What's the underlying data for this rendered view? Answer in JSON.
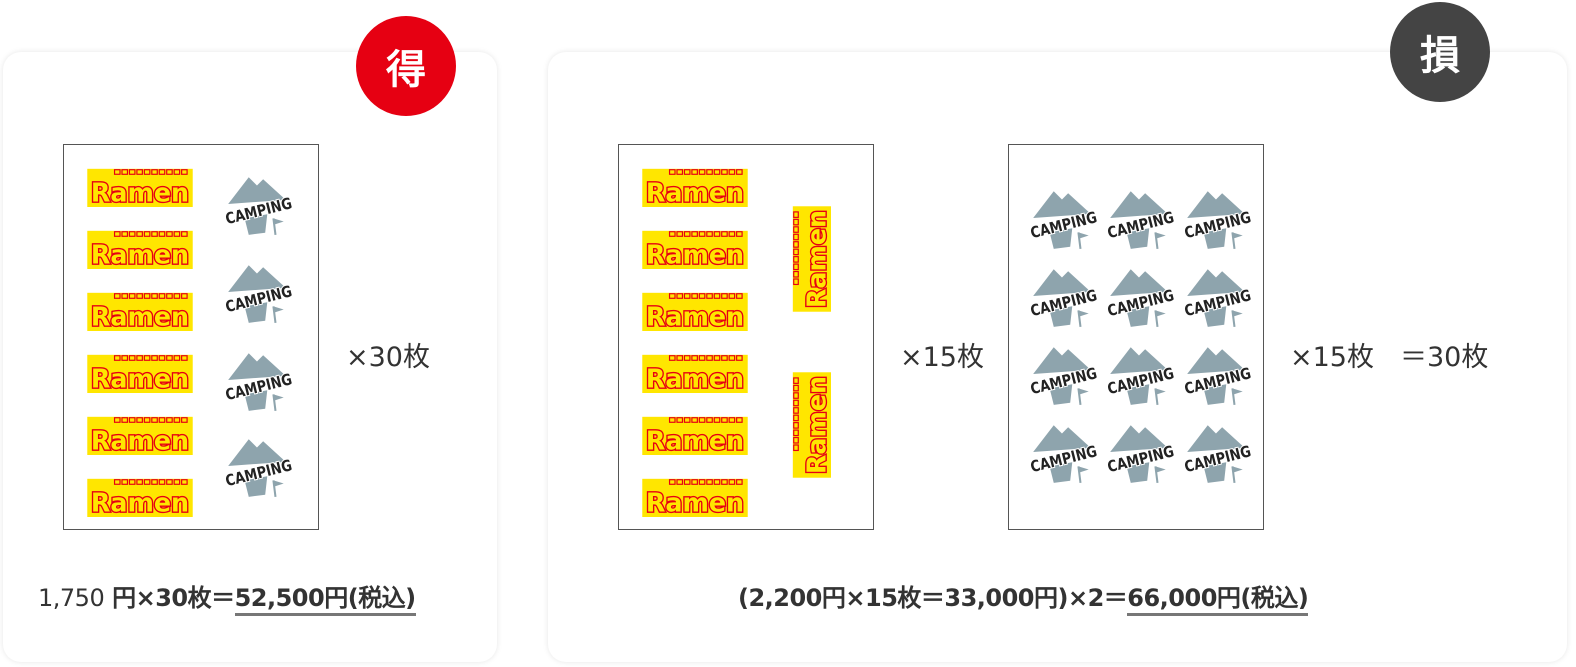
{
  "badges": {
    "good": "得",
    "bad": "損"
  },
  "sticker_labels": {
    "ramen": "Ramen",
    "camping": "CAMPING"
  },
  "multipliers": {
    "good_sheet": "×30枚",
    "bad_ramen_sheet": "×15枚",
    "bad_camping_sheet": "×15枚",
    "bad_total": "＝30枚"
  },
  "formula_good": {
    "price": "1,750",
    "yen": "円",
    "times": "×30枚＝",
    "result": "52,500円",
    "tax": "(税込)"
  },
  "formula_bad": {
    "part1": "(2,200円×15枚＝33,000円)×2＝",
    "result": "66,000円",
    "tax": "(税込)"
  },
  "colors": {
    "good_badge": "#e60012",
    "bad_badge": "#444444",
    "ramen_yellow": "#ffe600",
    "ramen_red": "#e60012",
    "camping_gray": "#8ea4ad"
  }
}
